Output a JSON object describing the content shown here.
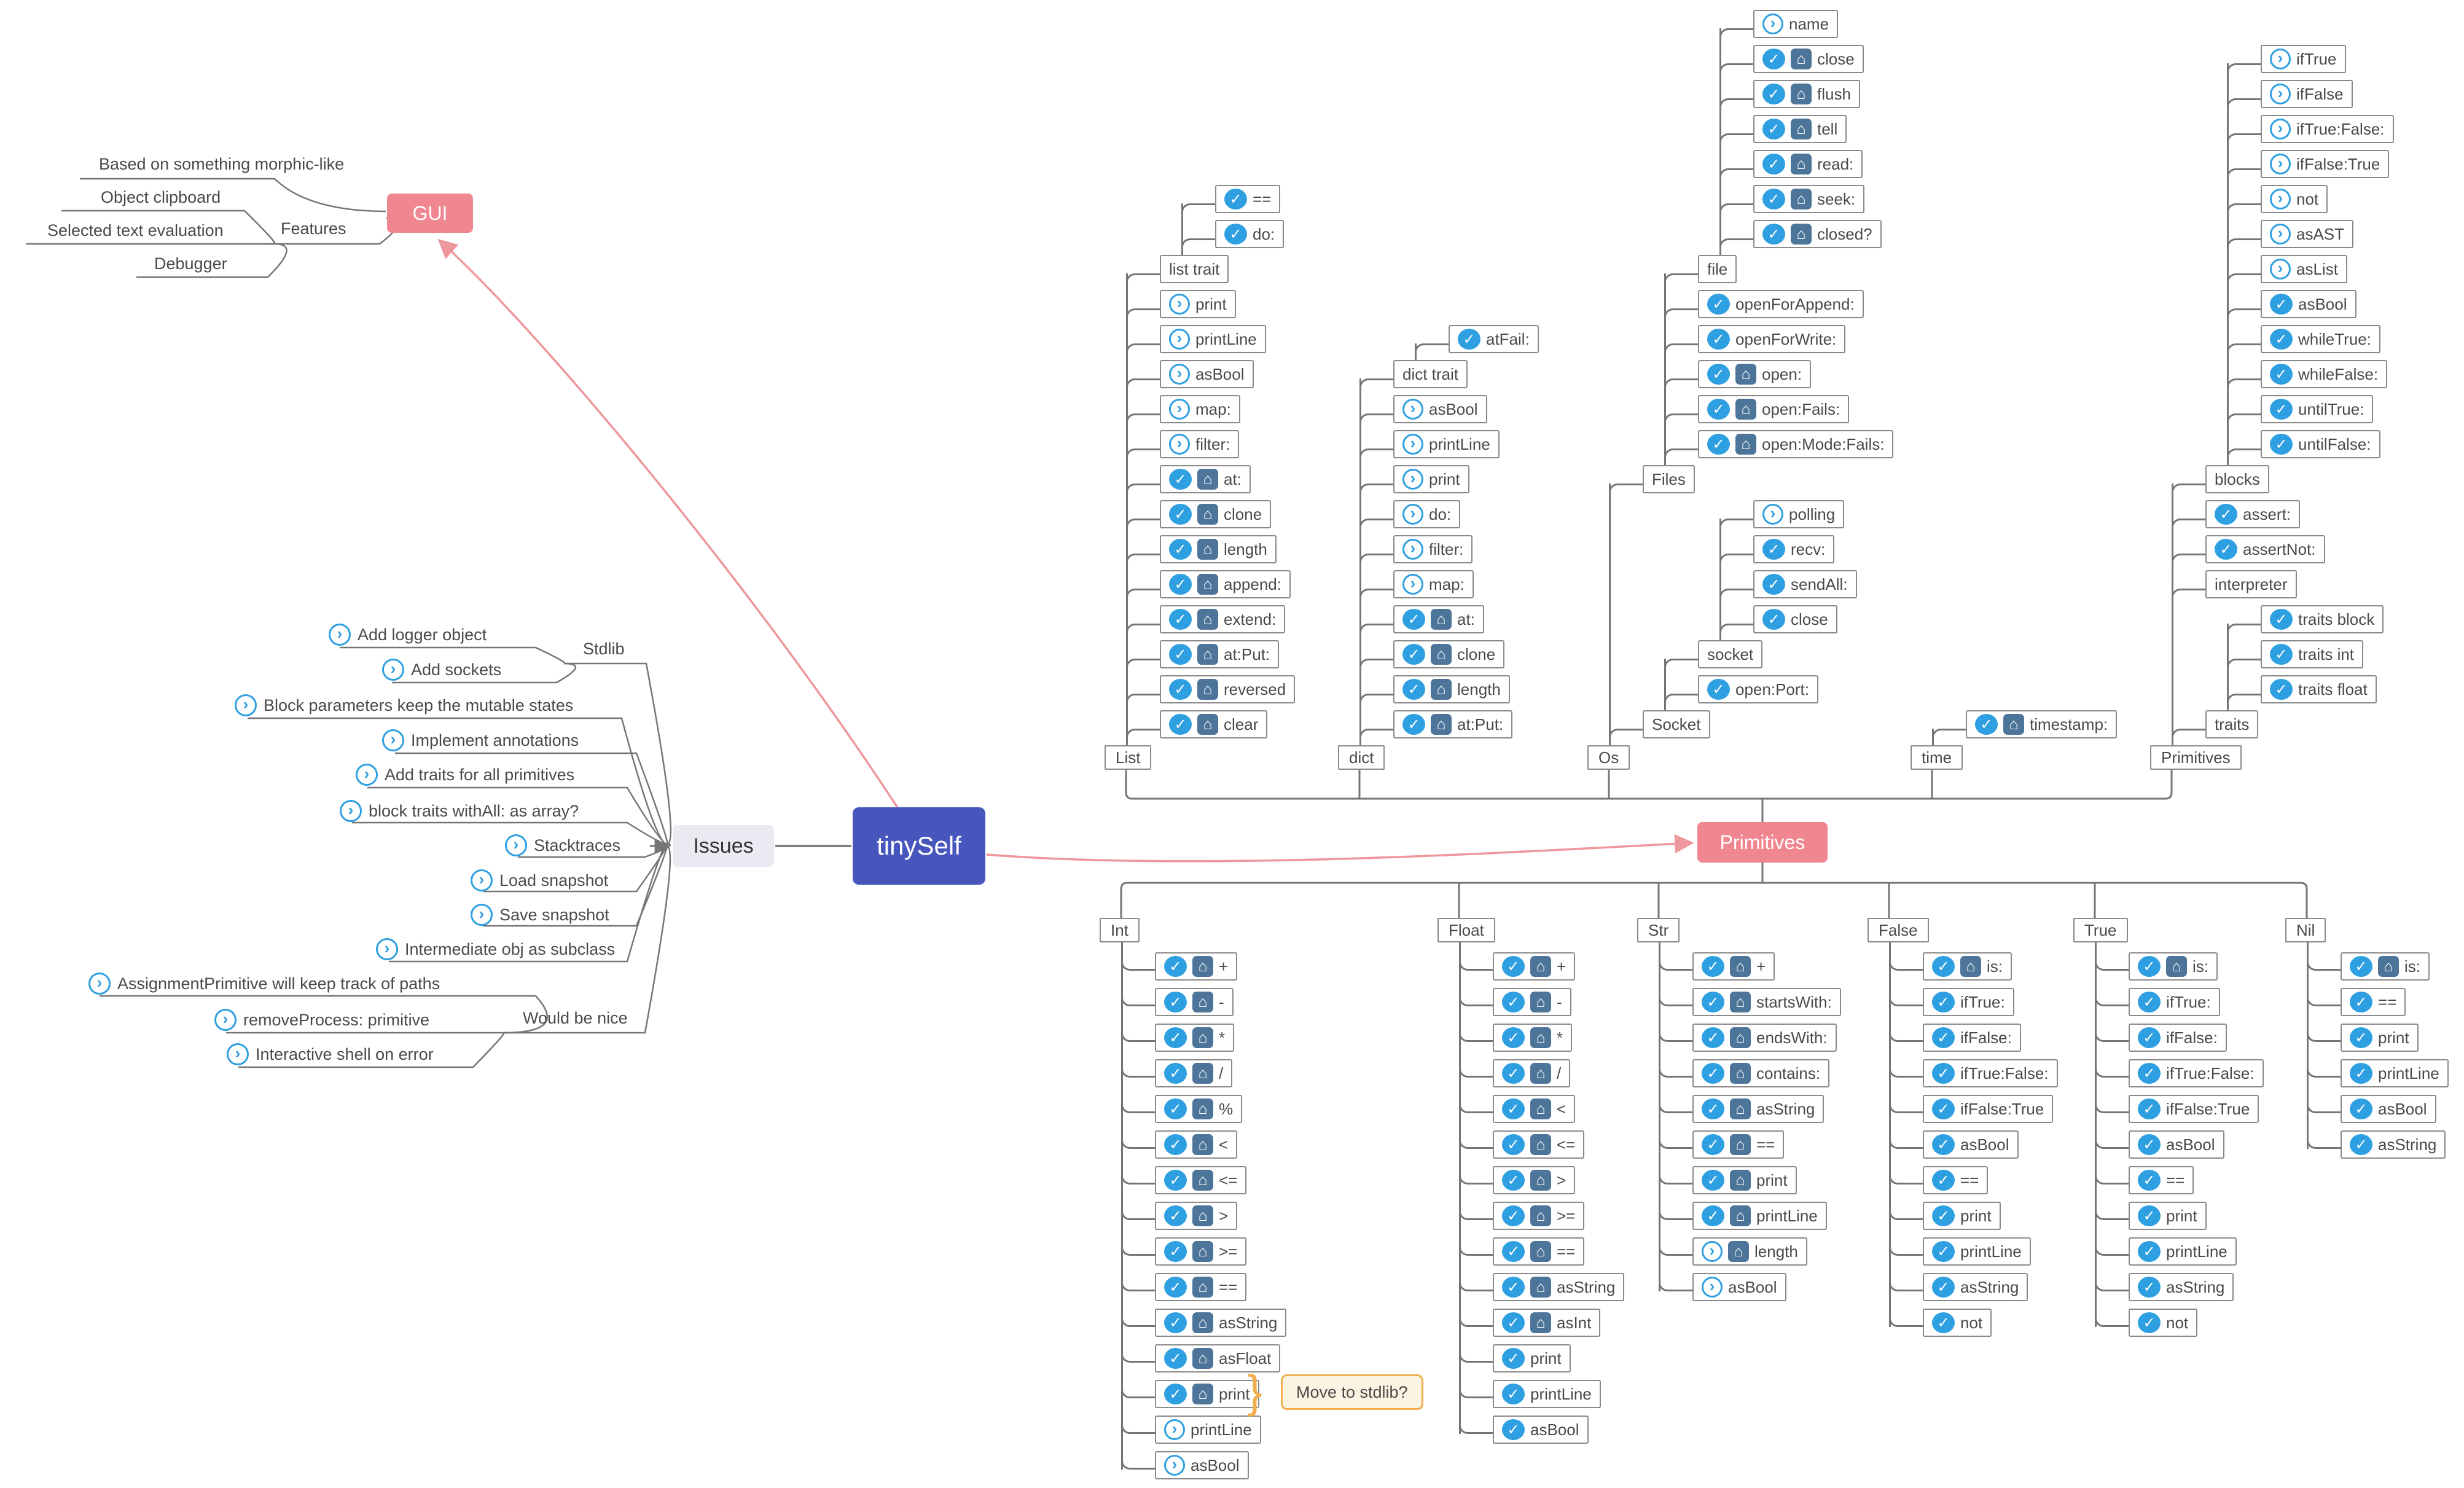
{
  "colors": {
    "pink": "#f0868f",
    "blue": "#4656bd",
    "check": "#2e9fe0",
    "home": "#4d7599",
    "line": "#757575",
    "border": "#8a8a8a",
    "issuesBg": "#eaeaf3",
    "noteBorder": "#f2ae4e",
    "noteBg": "#fdf3e2",
    "red": "#ee979c",
    "text": "#4a4a4a"
  },
  "center": {
    "label": "tinySelf"
  },
  "primitives_hub": {
    "label": "Primitives"
  },
  "note": {
    "label": "Move to stdlib?",
    "brace": "}"
  },
  "gui": {
    "label": "GUI",
    "branch_label": "Features",
    "features": [
      "Based on something morphic-like",
      "Object clipboard",
      "Selected text evaluation",
      "Debugger"
    ]
  },
  "issues": {
    "label": "Issues",
    "stdlib": {
      "label": "Stdlib",
      "items": [
        "Add logger object",
        "Add sockets"
      ]
    },
    "items": [
      "Block parameters keep the mutable states",
      "Implement annotations",
      "Add traits for all primitives",
      "block traits withAll: as array?",
      "Stacktraces",
      "Load snapshot",
      "Save snapshot",
      "Intermediate obj as subclass"
    ],
    "would_be_nice": {
      "label": "Would be nice",
      "items": [
        "AssignmentPrimitive will keep track of paths",
        "removeProcess: primitive",
        "Interactive shell on error"
      ]
    }
  },
  "top_tree": [
    {
      "label": "List",
      "children": [
        {
          "label": "list trait",
          "children": [
            {
              "label": "==",
              "icons": [
                "check"
              ]
            },
            {
              "label": "do:",
              "icons": [
                "check"
              ]
            }
          ]
        },
        {
          "label": "print",
          "icons": [
            "chevron"
          ]
        },
        {
          "label": "printLine",
          "icons": [
            "chevron"
          ]
        },
        {
          "label": "asBool",
          "icons": [
            "chevron"
          ]
        },
        {
          "label": "map:",
          "icons": [
            "chevron"
          ]
        },
        {
          "label": "filter:",
          "icons": [
            "chevron"
          ]
        },
        {
          "label": "at:",
          "icons": [
            "check",
            "home"
          ]
        },
        {
          "label": "clone",
          "icons": [
            "check",
            "home"
          ]
        },
        {
          "label": "length",
          "icons": [
            "check",
            "home"
          ]
        },
        {
          "label": "append:",
          "icons": [
            "check",
            "home"
          ]
        },
        {
          "label": "extend:",
          "icons": [
            "check",
            "home"
          ]
        },
        {
          "label": "at:Put:",
          "icons": [
            "check",
            "home"
          ]
        },
        {
          "label": "reversed",
          "icons": [
            "check",
            "home"
          ]
        },
        {
          "label": "clear",
          "icons": [
            "check",
            "home"
          ]
        }
      ]
    },
    {
      "label": "dict",
      "children": [
        {
          "label": "dict trait",
          "children": [
            {
              "label": "atFail:",
              "icons": [
                "check"
              ]
            }
          ]
        },
        {
          "label": "asBool",
          "icons": [
            "chevron"
          ]
        },
        {
          "label": "printLine",
          "icons": [
            "chevron"
          ]
        },
        {
          "label": "print",
          "icons": [
            "chevron"
          ]
        },
        {
          "label": "do:",
          "icons": [
            "chevron"
          ]
        },
        {
          "label": "filter:",
          "icons": [
            "chevron"
          ]
        },
        {
          "label": "map:",
          "icons": [
            "chevron"
          ]
        },
        {
          "label": "at:",
          "icons": [
            "check",
            "home"
          ]
        },
        {
          "label": "clone",
          "icons": [
            "check",
            "home"
          ]
        },
        {
          "label": "length",
          "icons": [
            "check",
            "home"
          ]
        },
        {
          "label": "at:Put:",
          "icons": [
            "check",
            "home"
          ]
        }
      ]
    },
    {
      "label": "Os",
      "children": [
        {
          "label": "Files",
          "children": [
            {
              "label": "file",
              "children": [
                {
                  "label": "name",
                  "icons": [
                    "chevron"
                  ]
                },
                {
                  "label": "close",
                  "icons": [
                    "check",
                    "home"
                  ]
                },
                {
                  "label": "flush",
                  "icons": [
                    "check",
                    "home"
                  ]
                },
                {
                  "label": "tell",
                  "icons": [
                    "check",
                    "home"
                  ]
                },
                {
                  "label": "read:",
                  "icons": [
                    "check",
                    "home"
                  ]
                },
                {
                  "label": "seek:",
                  "icons": [
                    "check",
                    "home"
                  ]
                },
                {
                  "label": "closed?",
                  "icons": [
                    "check",
                    "home"
                  ]
                }
              ]
            },
            {
              "label": "openForAppend:",
              "icons": [
                "check"
              ]
            },
            {
              "label": "openForWrite:",
              "icons": [
                "check"
              ]
            },
            {
              "label": "open:",
              "icons": [
                "check",
                "home"
              ]
            },
            {
              "label": "open:Fails:",
              "icons": [
                "check",
                "home"
              ]
            },
            {
              "label": "open:Mode:Fails:",
              "icons": [
                "check",
                "home"
              ]
            }
          ]
        },
        {
          "label": "Socket",
          "children": [
            {
              "label": "socket",
              "children": [
                {
                  "label": "polling",
                  "icons": [
                    "chevron"
                  ]
                },
                {
                  "label": "recv:",
                  "icons": [
                    "check"
                  ]
                },
                {
                  "label": "sendAll:",
                  "icons": [
                    "check"
                  ]
                },
                {
                  "label": "close",
                  "icons": [
                    "check"
                  ]
                }
              ]
            },
            {
              "label": "open:Port:",
              "icons": [
                "check"
              ]
            }
          ]
        }
      ]
    },
    {
      "label": "time",
      "children": [
        {
          "label": "timestamp:",
          "icons": [
            "check",
            "home"
          ]
        }
      ]
    },
    {
      "label": "Primitives",
      "children": [
        {
          "label": "blocks",
          "children": [
            {
              "label": "ifTrue",
              "icons": [
                "chevron"
              ]
            },
            {
              "label": "ifFalse",
              "icons": [
                "chevron"
              ]
            },
            {
              "label": "ifTrue:False:",
              "icons": [
                "chevron"
              ]
            },
            {
              "label": "ifFalse:True",
              "icons": [
                "chevron"
              ]
            },
            {
              "label": "not",
              "icons": [
                "chevron"
              ]
            },
            {
              "label": "asAST",
              "icons": [
                "chevron"
              ]
            },
            {
              "label": "asList",
              "icons": [
                "chevron"
              ]
            },
            {
              "label": "asBool",
              "icons": [
                "check"
              ]
            },
            {
              "label": "whileTrue:",
              "icons": [
                "check"
              ]
            },
            {
              "label": "whileFalse:",
              "icons": [
                "check"
              ]
            },
            {
              "label": "untilTrue:",
              "icons": [
                "check"
              ]
            },
            {
              "label": "untilFalse:",
              "icons": [
                "check"
              ]
            }
          ]
        },
        {
          "label": "assert:",
          "icons": [
            "check"
          ]
        },
        {
          "label": "assertNot:",
          "icons": [
            "check"
          ]
        },
        {
          "label": "interpreter"
        },
        {
          "label": "traits",
          "children": [
            {
              "label": "traits block",
              "icons": [
                "check"
              ]
            },
            {
              "label": "traits int",
              "icons": [
                "check"
              ]
            },
            {
              "label": "traits float",
              "icons": [
                "check"
              ]
            }
          ]
        }
      ]
    }
  ],
  "bottom_tree": [
    {
      "label": "Int",
      "children": [
        {
          "label": "+",
          "icons": [
            "check",
            "home"
          ]
        },
        {
          "label": "-",
          "icons": [
            "check",
            "home"
          ]
        },
        {
          "label": "*",
          "icons": [
            "check",
            "home"
          ]
        },
        {
          "label": "/",
          "icons": [
            "check",
            "home"
          ]
        },
        {
          "label": "%",
          "icons": [
            "check",
            "home"
          ]
        },
        {
          "label": "<",
          "icons": [
            "check",
            "home"
          ]
        },
        {
          "label": "<=",
          "icons": [
            "check",
            "home"
          ]
        },
        {
          "label": ">",
          "icons": [
            "check",
            "home"
          ]
        },
        {
          "label": ">=",
          "icons": [
            "check",
            "home"
          ]
        },
        {
          "label": "==",
          "icons": [
            "check",
            "home"
          ]
        },
        {
          "label": "asString",
          "icons": [
            "check",
            "home"
          ]
        },
        {
          "label": "asFloat",
          "icons": [
            "check",
            "home"
          ]
        },
        {
          "label": "print",
          "icons": [
            "check",
            "home"
          ],
          "note": true
        },
        {
          "label": "printLine",
          "icons": [
            "chevron"
          ]
        },
        {
          "label": "asBool",
          "icons": [
            "chevron"
          ]
        }
      ]
    },
    {
      "label": "Float",
      "children": [
        {
          "label": "+",
          "icons": [
            "check",
            "home"
          ]
        },
        {
          "label": "-",
          "icons": [
            "check",
            "home"
          ]
        },
        {
          "label": "*",
          "icons": [
            "check",
            "home"
          ]
        },
        {
          "label": "/",
          "icons": [
            "check",
            "home"
          ]
        },
        {
          "label": "<",
          "icons": [
            "check",
            "home"
          ]
        },
        {
          "label": "<=",
          "icons": [
            "check",
            "home"
          ]
        },
        {
          "label": ">",
          "icons": [
            "check",
            "home"
          ]
        },
        {
          "label": ">=",
          "icons": [
            "check",
            "home"
          ]
        },
        {
          "label": "==",
          "icons": [
            "check",
            "home"
          ]
        },
        {
          "label": "asString",
          "icons": [
            "check",
            "home"
          ]
        },
        {
          "label": "asInt",
          "icons": [
            "check",
            "home"
          ]
        },
        {
          "label": "print",
          "icons": [
            "check"
          ]
        },
        {
          "label": "printLine",
          "icons": [
            "check"
          ]
        },
        {
          "label": "asBool",
          "icons": [
            "check"
          ]
        }
      ]
    },
    {
      "label": "Str",
      "children": [
        {
          "label": "+",
          "icons": [
            "check",
            "home"
          ]
        },
        {
          "label": "startsWith:",
          "icons": [
            "check",
            "home"
          ]
        },
        {
          "label": "endsWith:",
          "icons": [
            "check",
            "home"
          ]
        },
        {
          "label": "contains:",
          "icons": [
            "check",
            "home"
          ]
        },
        {
          "label": "asString",
          "icons": [
            "check",
            "home"
          ]
        },
        {
          "label": "==",
          "icons": [
            "check",
            "home"
          ]
        },
        {
          "label": "print",
          "icons": [
            "check",
            "home"
          ]
        },
        {
          "label": "printLine",
          "icons": [
            "check",
            "home"
          ]
        },
        {
          "label": "length",
          "icons": [
            "chevron",
            "home"
          ]
        },
        {
          "label": "asBool",
          "icons": [
            "chevron"
          ]
        }
      ]
    },
    {
      "label": "False",
      "children": [
        {
          "label": "is:",
          "icons": [
            "check",
            "home"
          ]
        },
        {
          "label": "ifTrue:",
          "icons": [
            "check"
          ]
        },
        {
          "label": "ifFalse:",
          "icons": [
            "check"
          ]
        },
        {
          "label": "ifTrue:False:",
          "icons": [
            "check"
          ]
        },
        {
          "label": "ifFalse:True",
          "icons": [
            "check"
          ]
        },
        {
          "label": "asBool",
          "icons": [
            "check"
          ]
        },
        {
          "label": "==",
          "icons": [
            "check"
          ]
        },
        {
          "label": "print",
          "icons": [
            "check"
          ]
        },
        {
          "label": "printLine",
          "icons": [
            "check"
          ]
        },
        {
          "label": "asString",
          "icons": [
            "check"
          ]
        },
        {
          "label": "not",
          "icons": [
            "check"
          ]
        }
      ]
    },
    {
      "label": "True",
      "children": [
        {
          "label": "is:",
          "icons": [
            "check",
            "home"
          ]
        },
        {
          "label": "ifTrue:",
          "icons": [
            "check"
          ]
        },
        {
          "label": "ifFalse:",
          "icons": [
            "check"
          ]
        },
        {
          "label": "ifTrue:False:",
          "icons": [
            "check"
          ]
        },
        {
          "label": "ifFalse:True",
          "icons": [
            "check"
          ]
        },
        {
          "label": "asBool",
          "icons": [
            "check"
          ]
        },
        {
          "label": "==",
          "icons": [
            "check"
          ]
        },
        {
          "label": "print",
          "icons": [
            "check"
          ]
        },
        {
          "label": "printLine",
          "icons": [
            "check"
          ]
        },
        {
          "label": "asString",
          "icons": [
            "check"
          ]
        },
        {
          "label": "not",
          "icons": [
            "check"
          ]
        }
      ]
    },
    {
      "label": "Nil",
      "children": [
        {
          "label": "is:",
          "icons": [
            "check",
            "home"
          ]
        },
        {
          "label": "==",
          "icons": [
            "check"
          ]
        },
        {
          "label": "print",
          "icons": [
            "check"
          ]
        },
        {
          "label": "printLine",
          "icons": [
            "check"
          ]
        },
        {
          "label": "asBool",
          "icons": [
            "check"
          ]
        },
        {
          "label": "asString",
          "icons": [
            "check"
          ]
        }
      ]
    }
  ]
}
